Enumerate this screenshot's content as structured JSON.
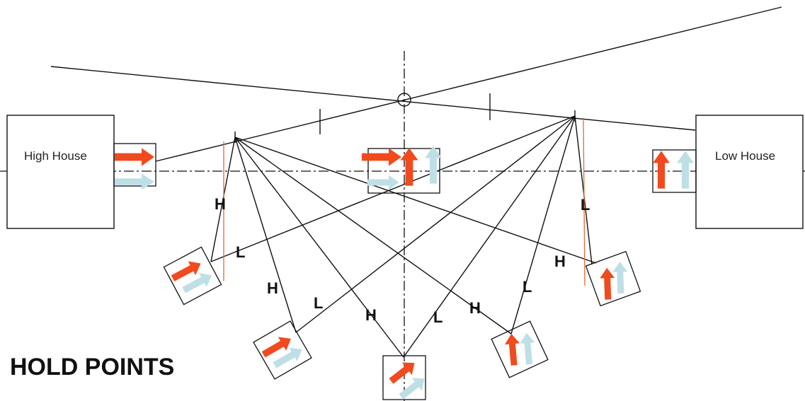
{
  "houses": {
    "high": "High House",
    "low": "Low House"
  },
  "line_labels": {
    "h": "H",
    "l": "L"
  },
  "title": "HOLD POINTS",
  "colors": {
    "high_arrow": "#f04a1e",
    "low_arrow": "#bfdfe6",
    "line": "#111111",
    "accent_line": "#e06a3a"
  }
}
